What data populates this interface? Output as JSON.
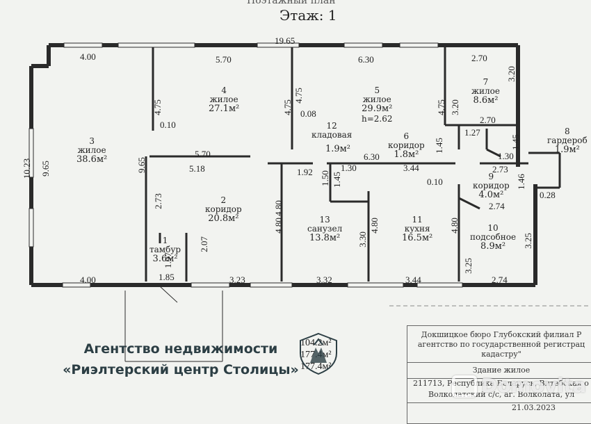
{
  "header": {
    "plan_title_partial": "Поэтажный план",
    "floor": "Этаж: 1"
  },
  "rooms": [
    {
      "num": "3",
      "name": "жилое",
      "area": "38.6м²"
    },
    {
      "num": "4",
      "name": "жилое",
      "area": "27.1м²"
    },
    {
      "num": "5",
      "name": "жилое",
      "area": "29.9м²",
      "extra": "h=2.62"
    },
    {
      "num": "7",
      "name": "жилое",
      "area": "8.6м²"
    },
    {
      "num": "12",
      "name": "кладовая",
      "area": "1.9м²"
    },
    {
      "num": "6",
      "name": "коридор",
      "area": "1.8м²"
    },
    {
      "num": "8",
      "name": "гардероб",
      "area": "1.9м²"
    },
    {
      "num": "2",
      "name": "коридор",
      "area": "20.8м²"
    },
    {
      "num": "13",
      "name": "санузел",
      "area": "13.8м²"
    },
    {
      "num": "11",
      "name": "кухня",
      "area": "16.5м²"
    },
    {
      "num": "9",
      "name": "коридор",
      "area": "4.0м²"
    },
    {
      "num": "10",
      "name": "подсобное",
      "area": "8.9м²"
    },
    {
      "num": "1",
      "name": "тамбур",
      "area": "3.6м²"
    }
  ],
  "dimensions": {
    "top_total": "19.65",
    "top_a": "4.00",
    "top_b": "5.70",
    "top_c": "6.30",
    "top_d": "2.70",
    "left_total": "10.23",
    "left_inner": "9.65",
    "r7_right": "3.20",
    "w4_left": "4.75",
    "w4_mid": "4.75",
    "w5_right": "4.75",
    "w7_left": "3.20",
    "v010": "0.10",
    "v008": "0.08",
    "v127": "1.27",
    "v270b": "2.70",
    "v145a": "1.45",
    "v145b": "1.45",
    "mid_965": "9.65",
    "mid_570": "5.70",
    "mid_518": "5.18",
    "mid_192": "1.92",
    "mid_630": "6.30",
    "mid_130": "1.30",
    "mid_130b": "1.30",
    "mid_344": "3.44",
    "mid_273": "2.73",
    "mid_150": "1.50",
    "mid_145": "1.45",
    "mid_146": "1.46",
    "mid_028": "0.28",
    "mid_010b": "0.10",
    "mid_274": "2.74",
    "low_273": "2.73",
    "low_480a": "4.80",
    "low_330": "3.30",
    "low_480b": "4.80",
    "low_480c": "4.80",
    "low_325a": "3.25",
    "low_325b": "3.25",
    "low_207": "2.07",
    "low_197": "1.97",
    "low_185": "1.85",
    "bot_400": "4.00",
    "bot_323": "3.23",
    "bot_332": "3.32",
    "bot_344": "3.44",
    "bot_274": "2.74"
  },
  "totals": {
    "a": "104.2м²",
    "b": "177.4м²",
    "c": "177.4м²"
  },
  "agency": {
    "line1": "Агентство недвижимости",
    "line2": "«Риэлтерский центр Столицы»"
  },
  "stamp": {
    "org1": "Докшицкое бюро Глубокский филиал Р",
    "org2": "агентство по государственной регистрац",
    "org3": "кадастру\"",
    "building": "Здание жилое",
    "addr1": "211713, Республика Беларусь, Витебская о",
    "addr2": "Волколатский с/с, аг. Волколата, ул",
    "date_partial": "21.03.2023"
  },
  "watermark": "Domovita",
  "colors": {
    "wall": "#2a2a2a",
    "paper": "#f2f3f0",
    "agency_text": "#2c3e44"
  }
}
